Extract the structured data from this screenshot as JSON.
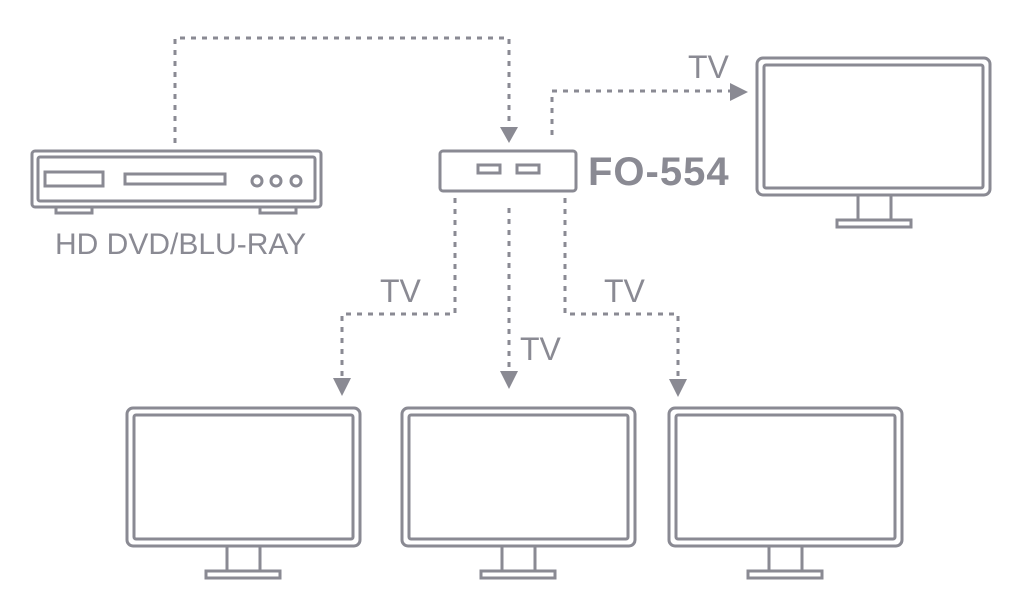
{
  "source_device": {
    "label": "HD DVD/BLU-RAY"
  },
  "splitter": {
    "model": "FO-554"
  },
  "outputs": [
    {
      "label": "TV"
    },
    {
      "label": "TV"
    },
    {
      "label": "TV"
    },
    {
      "label": "TV"
    }
  ],
  "colors": {
    "line": "#8a8a93",
    "background": "#ffffff"
  }
}
